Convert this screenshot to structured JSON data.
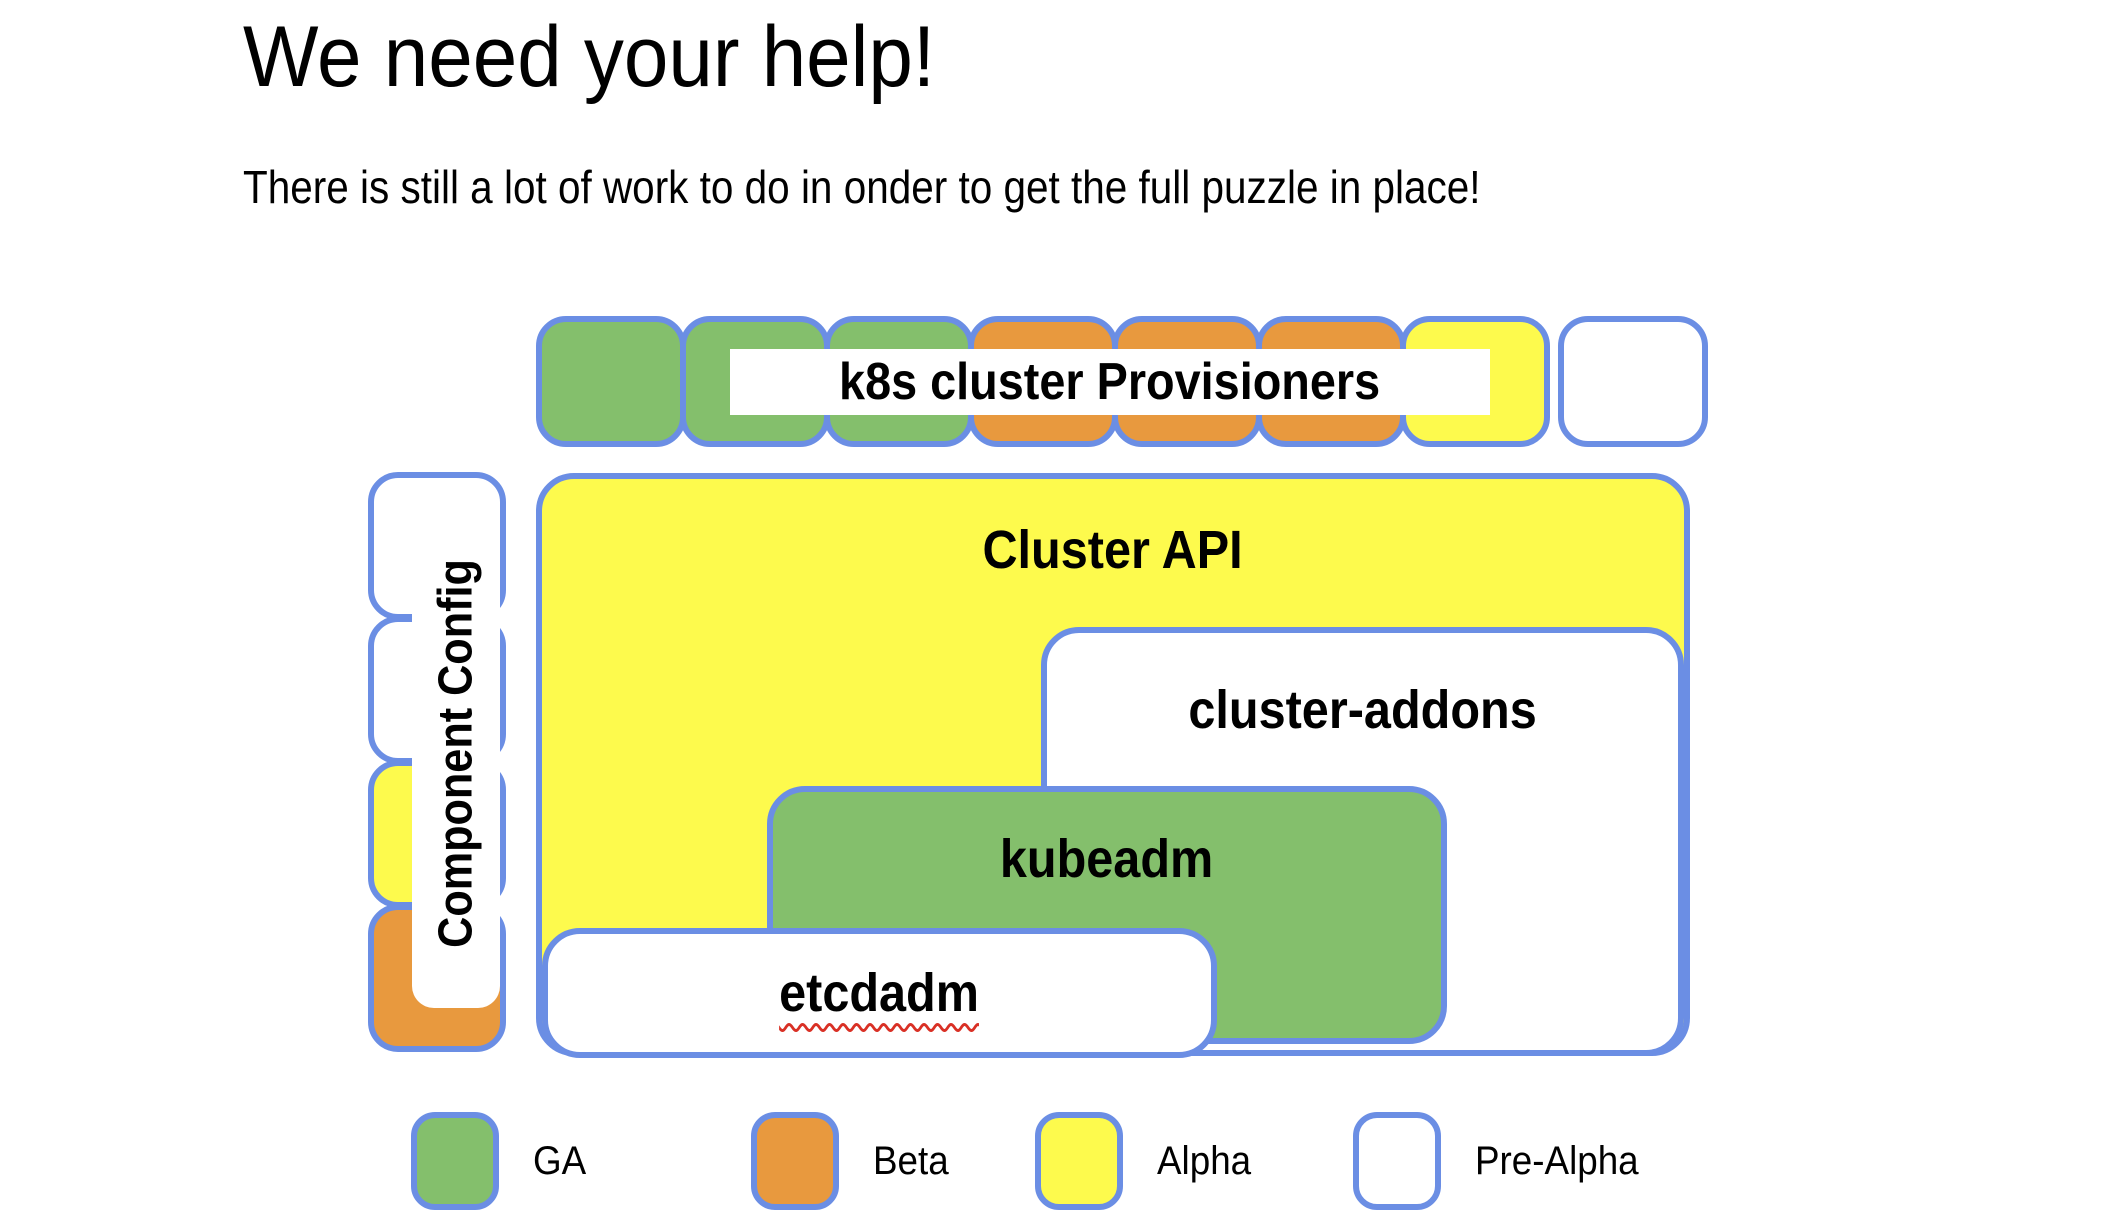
{
  "header": {
    "title": "We need your help!",
    "subtitle": "There is still a lot of work to do in onder to get the full puzzle in place!"
  },
  "colors": {
    "ga_green": "#84BF6C",
    "beta_orange": "#E8993E",
    "alpha_yellow": "#FDFA4D",
    "pre_alpha_white": "#FFFFFF",
    "border_blue": "#6B8EE4",
    "text_black": "#000000",
    "spellcheck_red": "#D93025"
  },
  "diagram": {
    "provisioners_row": {
      "label": "k8s cluster Provisioners",
      "squares": [
        "ga",
        "ga",
        "ga",
        "beta",
        "beta",
        "beta",
        "alpha",
        "pre-alpha"
      ]
    },
    "component_config": {
      "label": "Component Config",
      "squares": [
        "pre-alpha",
        "pre-alpha",
        "alpha",
        "beta"
      ]
    },
    "blocks": [
      {
        "id": "cluster-api",
        "label": "Cluster API",
        "status": "alpha"
      },
      {
        "id": "cluster-addons",
        "label": "cluster-addons",
        "status": "pre-alpha"
      },
      {
        "id": "kubeadm",
        "label": "kubeadm",
        "status": "ga"
      },
      {
        "id": "etcdadm",
        "label": "etcdadm",
        "status": "pre-alpha",
        "spellcheck_underline": true
      }
    ]
  },
  "legend": [
    {
      "label": "GA",
      "status": "ga"
    },
    {
      "label": "Beta",
      "status": "beta"
    },
    {
      "label": "Alpha",
      "status": "alpha"
    },
    {
      "label": "Pre-Alpha",
      "status": "pre-alpha"
    }
  ]
}
